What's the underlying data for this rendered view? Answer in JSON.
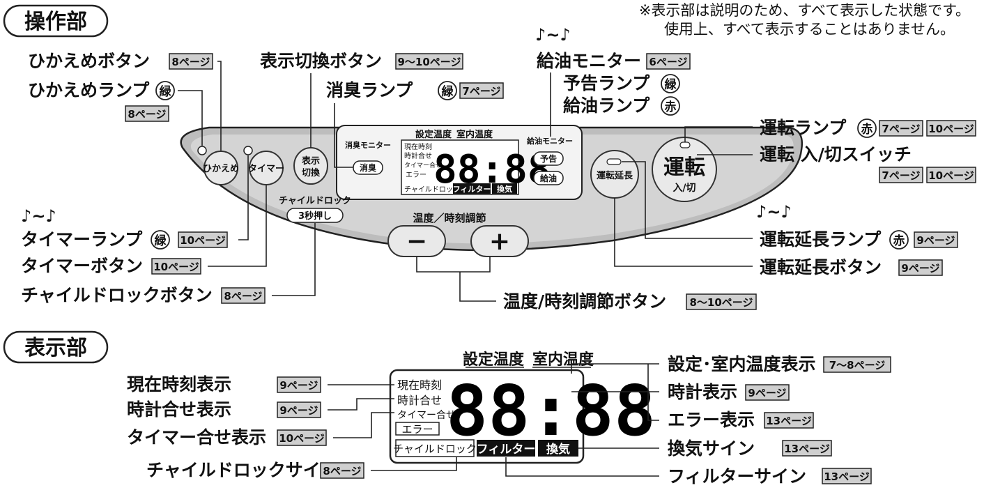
{
  "sections": {
    "operation_title": "操作部",
    "display_title": "表示部"
  },
  "note": {
    "line1": "※表示部は説明のため、すべて表示した状態です。",
    "line2": "使用上、すべて表示することはありません。"
  },
  "labels": {
    "hikaeme_button": "ひかえめボタン",
    "hikaeme_lamp": "ひかえめランプ",
    "display_switch_button": "表示切換ボタン",
    "deodor_lamp": "消臭ランプ",
    "refuel_monitor": "給油モニター",
    "notice_lamp": "予告ランプ",
    "refuel_lamp": "給油ランプ",
    "run_lamp": "運転ランプ",
    "run_switch": "運転 入/切スイッチ",
    "timer_lamp": "タイマーランプ",
    "timer_button": "タイマーボタン",
    "child_lock_button": "チャイルドロックボタン",
    "temp_time_button": "温度/時刻調節ボタン",
    "extend_lamp": "運転延長ランプ",
    "extend_button": "運転延長ボタン",
    "current_time_disp": "現在時刻表示",
    "clock_set_disp": "時計合せ表示",
    "timer_set_disp": "タイマー合せ表示",
    "child_lock_sign": "チャイルドロックサイン",
    "temp_disp": "設定･室内温度表示",
    "clock_disp": "時計表示",
    "error_disp": "エラー表示",
    "vent_sign": "換気サイン",
    "filter_sign": "フィルターサイン"
  },
  "colors": {
    "green": "緑",
    "red": "赤"
  },
  "pages": {
    "p8": "8ページ",
    "p9_10": "9～10ページ",
    "p7": "7ページ",
    "p6": "6ページ",
    "p10": "10ページ",
    "p9": "9ページ",
    "p8_10": "8～10ページ",
    "p7_8": "7～8ページ",
    "p13": "13ページ"
  },
  "panel": {
    "hikaeme": "ひかえめ",
    "timer": "タイマー",
    "disp_switch_1": "表示",
    "disp_switch_2": "切換",
    "deodor_monitor": "消臭モニター",
    "deodor": "消臭",
    "set_temp": "設定温度",
    "room_temp": "室内温度",
    "refuel_monitor": "給油モニター",
    "notice": "予告",
    "refuel": "給油",
    "extend": "運転延長",
    "run_1": "運転",
    "run_2": "入/切",
    "child_lock": "チャイルドロック",
    "press_3s": "3秒押し",
    "temp_time_adj": "温度／時刻調節",
    "minus": "−",
    "plus": "+"
  },
  "lcd": {
    "digits": "88:88",
    "current_time": "現在時刻",
    "clock_set": "時計合せ",
    "timer_set": "タイマー合せ",
    "error": "エラー",
    "child_lock": "チャイルドロック",
    "filter": "フィルター",
    "vent": "換気",
    "header_set": "設定温度",
    "header_room": "室内温度"
  },
  "music_mark": "♪~♪"
}
